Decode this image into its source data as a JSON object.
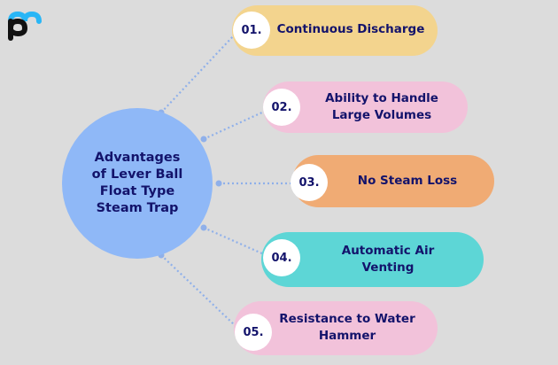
{
  "logo": {
    "name": "pm-logo",
    "colors": {
      "top": "#29b6f6",
      "bottom": "#111111"
    }
  },
  "background": "#dcdcdc",
  "hub": {
    "title": "Advantages of Lever Ball Float Type Steam Trap",
    "lines": [
      "Advantages",
      "of Lever Ball",
      "Float Type",
      "Steam Trap"
    ],
    "color": "#8fb8f7"
  },
  "connector_color": "#8fb0ea",
  "text_color": "#13136b",
  "items": [
    {
      "number": "01.",
      "lines": [
        "Continuous Discharge"
      ],
      "label": "Continuous Discharge",
      "color": "#f3d48e"
    },
    {
      "number": "02.",
      "lines": [
        "Ability to Handle",
        "Large Volumes"
      ],
      "label": "Ability to Handle Large Volumes",
      "color": "#f2c2da"
    },
    {
      "number": "03.",
      "lines": [
        "No Steam Loss"
      ],
      "label": "No Steam Loss",
      "color": "#f0ab74"
    },
    {
      "number": "04.",
      "lines": [
        "Automatic Air",
        "Venting"
      ],
      "label": "Automatic Air Venting",
      "color": "#5dd6d6"
    },
    {
      "number": "05.",
      "lines": [
        "Resistance to Water",
        "Hammer"
      ],
      "label": "Resistance to Water Hammer",
      "color": "#f2c2da"
    }
  ]
}
